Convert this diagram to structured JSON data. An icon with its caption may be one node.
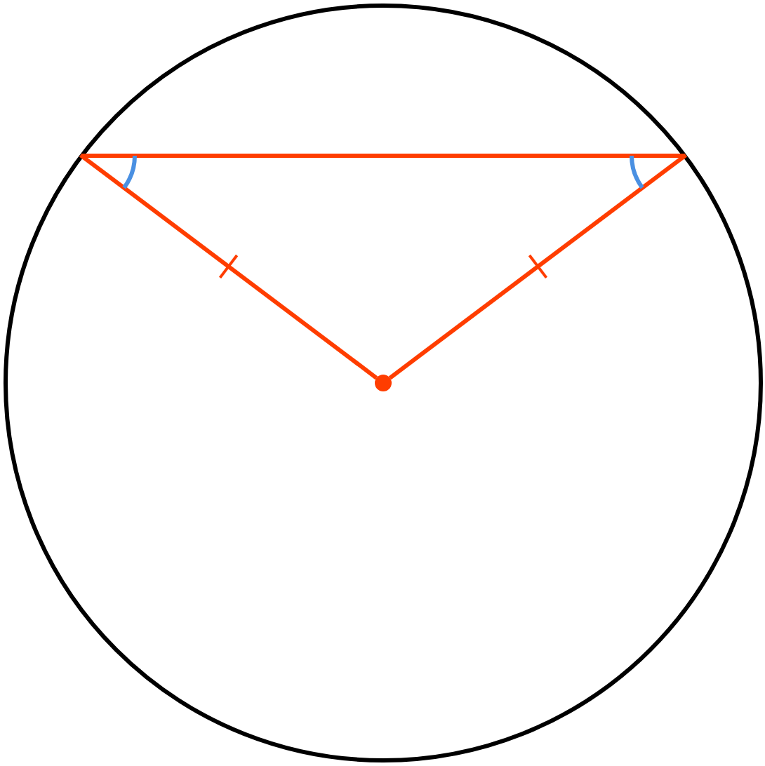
{
  "diagram": {
    "nodes": [
      {
        "text": [],
        "shape": "circle"
      },
      {
        "text": [],
        "shape": "circle",
        "in": 0
      }
    ],
    "edges": [
      {
        "from": 1,
        "to": 0,
        "arrow": "none"
      },
      {
        "from": 1,
        "to": 0,
        "arrow": "none"
      }
    ]
  }
}
